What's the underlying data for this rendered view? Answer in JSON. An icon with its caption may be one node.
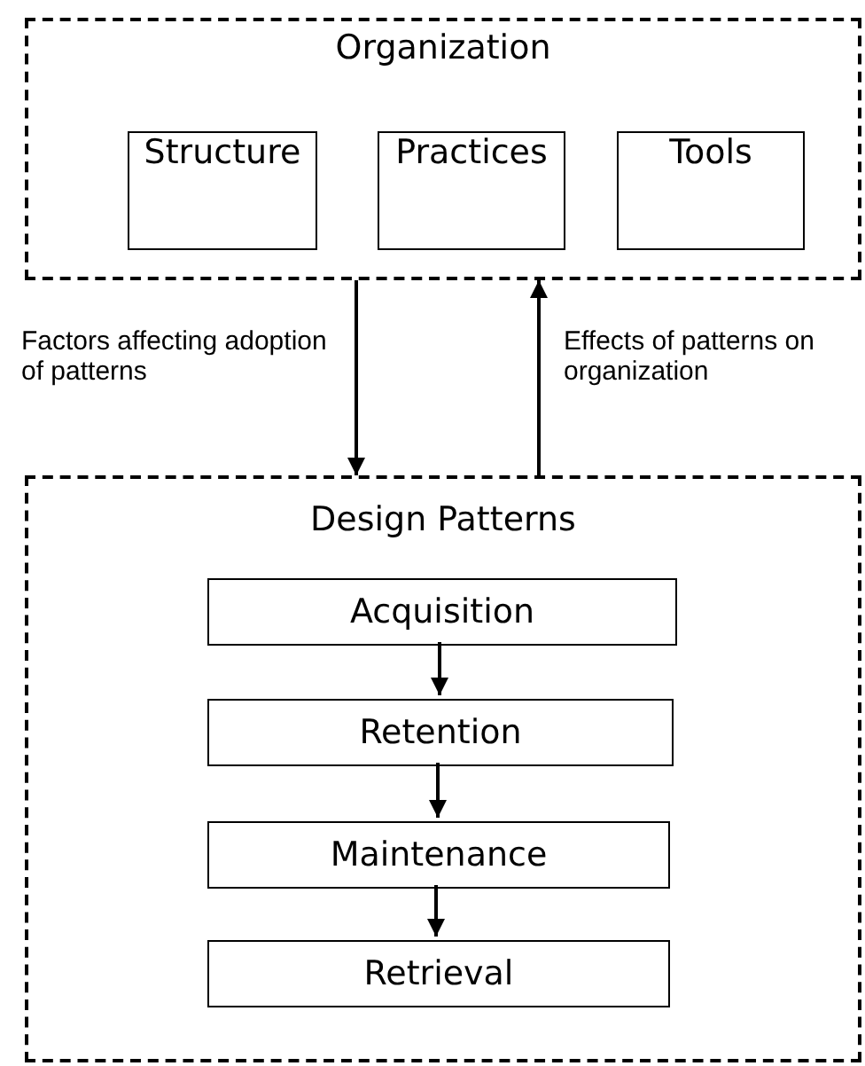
{
  "diagram": {
    "nodes": [
      {
        "text": [
          "Organization"
        ]
      },
      {
        "text": [
          "Structure"
        ],
        "in": 0
      },
      {
        "text": [
          "Practices"
        ],
        "in": 0
      },
      {
        "text": [
          "Tools"
        ],
        "in": 0
      },
      {
        "text": [
          "Design Patterns"
        ]
      },
      {
        "text": [
          "Acquisition"
        ],
        "in": 4
      },
      {
        "text": [
          "Retention"
        ],
        "in": 4
      },
      {
        "text": [
          "Maintenance"
        ],
        "in": 4
      },
      {
        "text": [
          "Retrieval"
        ],
        "in": 4
      }
    ],
    "edges": [
      {
        "from": 0,
        "to": 4,
        "arrow": "to",
        "label": "Factors affecting adoption of patterns"
      },
      {
        "from": 4,
        "to": 0,
        "arrow": "to",
        "label": "Effects of patterns on organization"
      },
      {
        "from": 5,
        "to": 6,
        "arrow": "to"
      },
      {
        "from": 6,
        "to": 7,
        "arrow": "to"
      },
      {
        "from": 7,
        "to": 8,
        "arrow": "to"
      }
    ]
  }
}
